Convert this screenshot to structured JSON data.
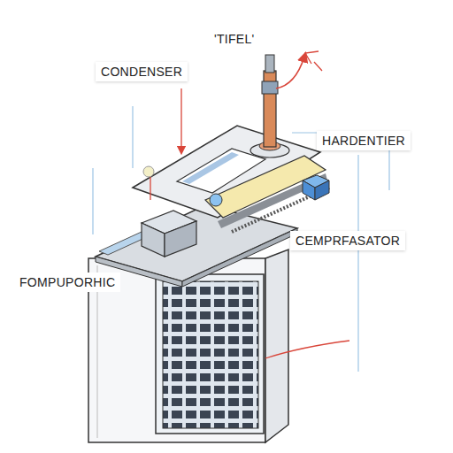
{
  "diagram": {
    "labels": [
      "'TIFEL'",
      "CONDENSER",
      "HARDENTIER",
      "CEMPRFASATOR",
      "FOMPUPORHIC"
    ]
  }
}
